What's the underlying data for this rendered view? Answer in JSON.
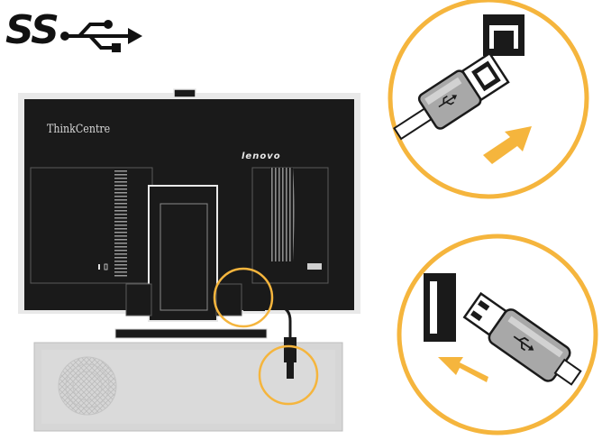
{
  "logo": {
    "text": "SS",
    "icon": "usb-trident-icon"
  },
  "monitor": {
    "brand_left": "ThinkCentre",
    "brand_right": "lenovo"
  },
  "callouts": {
    "top": {
      "connector": "usb-type-b",
      "icon": "usb-trident-icon"
    },
    "bottom": {
      "connector": "usb-type-a",
      "icon": "usb-trident-icon"
    }
  },
  "colors": {
    "callout_ring": "#F5B53D",
    "arrow": "#F5B53D",
    "body_dark": "#1a1a1a",
    "panel_gray": "#d6d6d6"
  }
}
